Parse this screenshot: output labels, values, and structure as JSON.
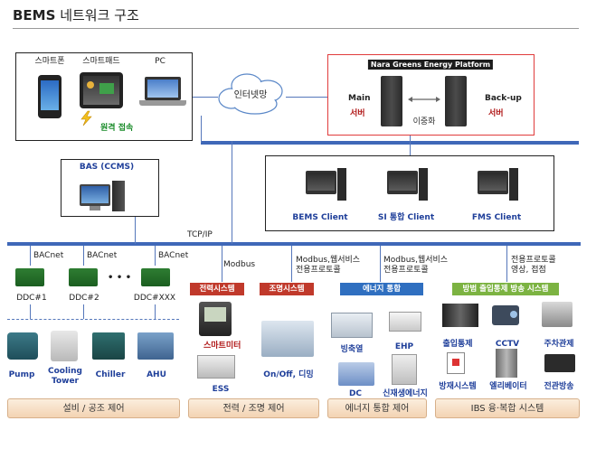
{
  "title": {
    "bold": "BEMS",
    "rest": "네트워크 구조"
  },
  "remote": {
    "smartphone": "스마트폰",
    "smartpad": "스마트패드",
    "pc": "PC",
    "access": "원격 접속"
  },
  "internet": "인터넷망",
  "platform": {
    "title": "Nara Greens Energy Platform",
    "main_en": "Main",
    "main_kr": "서버",
    "backup_en": "Back-up",
    "backup_kr": "서버",
    "dual": "이중화"
  },
  "bas": "BAS (CCMS)",
  "clients": [
    "BEMS Client",
    "SI 통합 Client",
    "FMS Client"
  ],
  "tcpip": "TCP/IP",
  "bacnet": [
    "BACnet",
    "BACnet",
    "BACnet"
  ],
  "ddc": [
    "DDC#1",
    "DDC#2",
    "DDC#XXX"
  ],
  "ellipsis": "• • •",
  "equipment": [
    "Pump",
    "Cooling Tower",
    "Chiller",
    "AHU"
  ],
  "protocols": {
    "modbus": "Modbus",
    "modbus_web": "Modbus,웹서비스",
    "proprietary": "전용프로토콜",
    "proprietary2": "전용프로토콜",
    "video": "영상, 접점"
  },
  "tags": {
    "power_system": "전력시스템",
    "lighting_system": "조명시스템",
    "energy_integration": "에너지 통합",
    "security": "방범 출입통제 방송 시스템"
  },
  "devices": {
    "smart_meter": "스마트미터",
    "ess": "ESS",
    "onoff": "On/Off, 디밍",
    "ice": "빙축열",
    "ehp": "EHP",
    "dc": "DC",
    "renewable": "신재생에너지",
    "access_control": "출입통제",
    "cctv": "CCTV",
    "parking": "주차관제",
    "disaster": "방재시스템",
    "elevator": "엘리베이터",
    "broadcast": "전관방송"
  },
  "footers": [
    "설비 / 공조 제어",
    "전력 / 조명 제어",
    "에너지 통합 제어",
    "IBS 융·복합 시스템"
  ],
  "colors": {
    "bus": "#3f68b8",
    "tag_red": "#c0392b",
    "tag_blue": "#2f6fc0",
    "tag_green": "#7cb342",
    "platform_border": "#e03c3c"
  }
}
